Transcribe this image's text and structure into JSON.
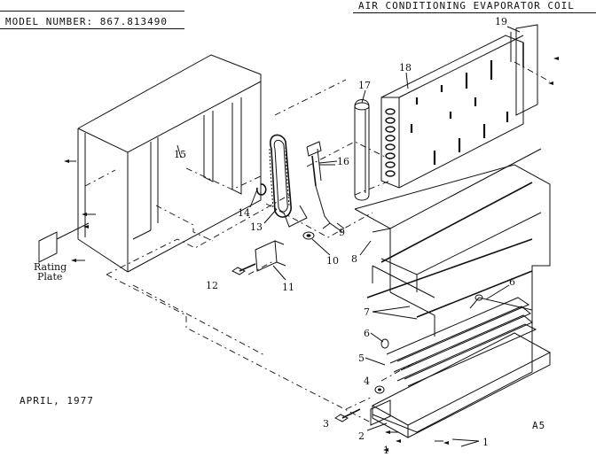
{
  "header": {
    "model_number": "MODEL NUMBER:  867.813490",
    "title": "AIR CONDITIONING EVAPORATOR COIL"
  },
  "footer": {
    "date": "APRIL, 1977",
    "page_code": "A5"
  },
  "callouts": [
    {
      "id": "c1",
      "text": "1"
    },
    {
      "id": "c1b",
      "text": "1"
    },
    {
      "id": "c2",
      "text": "2"
    },
    {
      "id": "c3",
      "text": "3"
    },
    {
      "id": "c4",
      "text": "4"
    },
    {
      "id": "c5",
      "text": "5"
    },
    {
      "id": "c6a",
      "text": "6"
    },
    {
      "id": "c6b",
      "text": "6"
    },
    {
      "id": "c7",
      "text": "7"
    },
    {
      "id": "c8",
      "text": "8"
    },
    {
      "id": "c9",
      "text": "9"
    },
    {
      "id": "c10",
      "text": "10"
    },
    {
      "id": "c11",
      "text": "11"
    },
    {
      "id": "c12",
      "text": "12"
    },
    {
      "id": "c13",
      "text": "13"
    },
    {
      "id": "c14",
      "text": "14"
    },
    {
      "id": "c15",
      "text": "15"
    },
    {
      "id": "c16",
      "text": "16"
    },
    {
      "id": "c17",
      "text": "17"
    },
    {
      "id": "c18",
      "text": "18"
    },
    {
      "id": "c19",
      "text": "19"
    }
  ],
  "rating_plate": {
    "line1": "Rating",
    "line2": "Plate"
  }
}
